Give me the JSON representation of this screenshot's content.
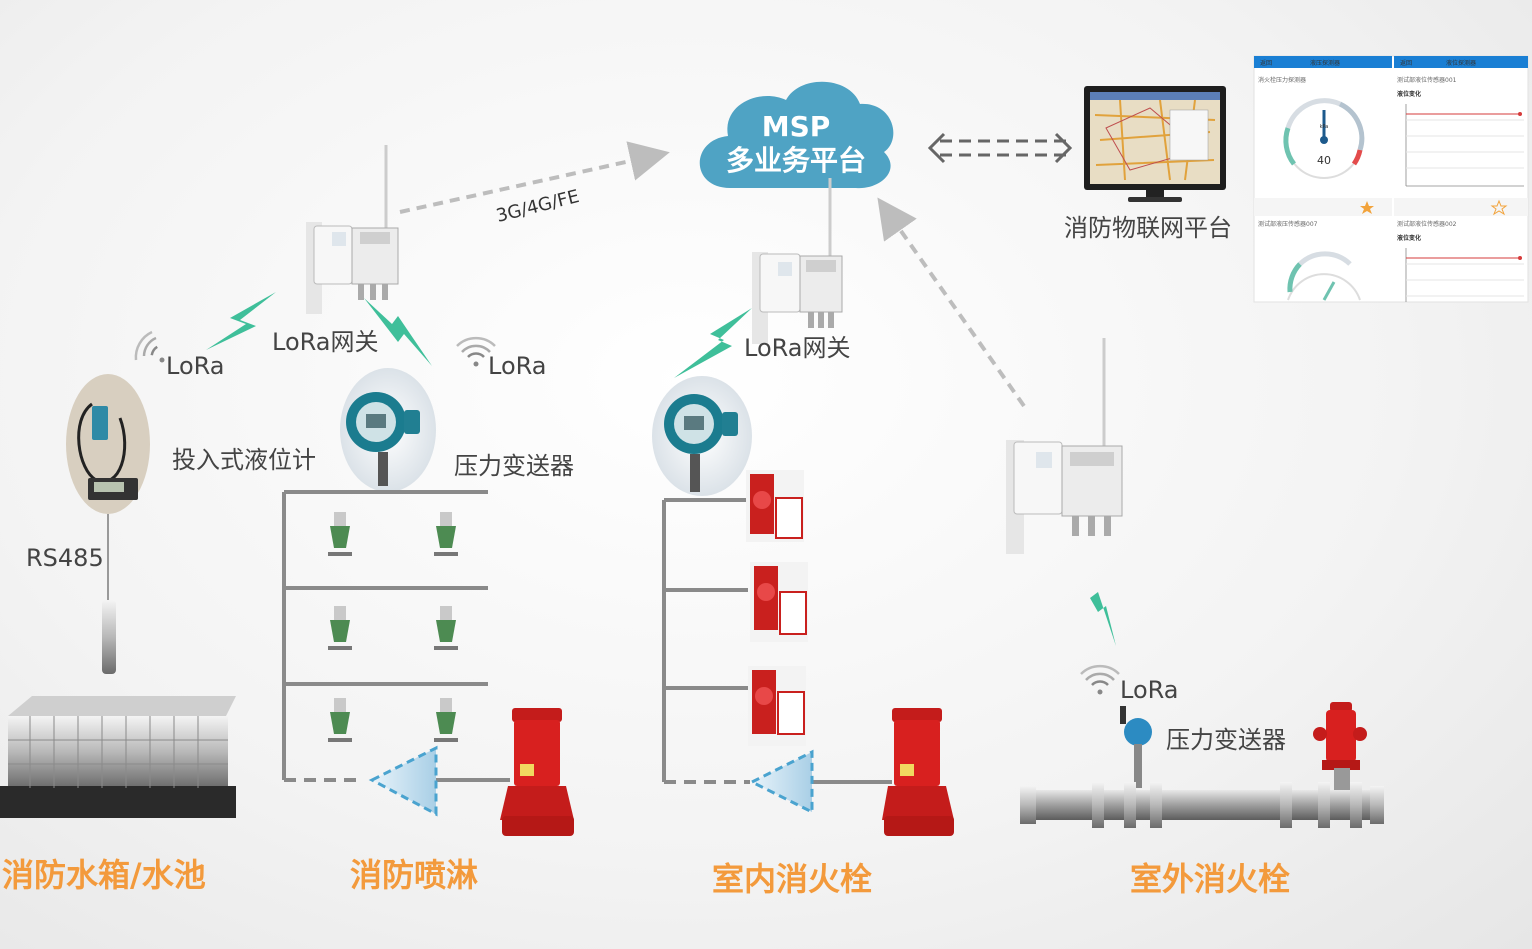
{
  "cloud": {
    "line1": "MSP",
    "line2": "多业务平台"
  },
  "link_label": "3G/4G/FE",
  "labels": {
    "lora_left": "LoRa",
    "gateway_1": "LoRa网关",
    "lora_mid": "LoRa",
    "gateway_2": "LoRa网关",
    "level_meter": "投入式液位计",
    "pressure_1": "压力变送器",
    "rs485": "RS485",
    "lora_right": "LoRa",
    "pressure_2": "压力变送器",
    "platform": "消防物联网平台"
  },
  "sections": {
    "tank": "消防水箱/水池",
    "sprinkler": "消防喷淋",
    "indoor": "室内消火栓",
    "outdoor": "室外消火栓"
  },
  "dashboard": {
    "panel1_tab_a": "返回",
    "panel1_tab_b": "液压探测器",
    "panel1_title": "消火栓压力探测器",
    "panel1_value": "40",
    "panel1_unit": "kPa",
    "panel2_tab_a": "返回",
    "panel2_tab_b": "液位探测器",
    "panel2_title": "测试部液位传感器001",
    "panel2_sub": "液位变化",
    "panel3_title": "测试部液压传感器007",
    "panel4_title": "测试部液位传感器002",
    "panel4_sub": "液位变化"
  },
  "colors": {
    "cloud": "#4fa3c4",
    "section_text": "#f39a3c",
    "lightning": "#3fbf9a",
    "pump": "#d8201f",
    "dash_blue": "#0b78c9"
  }
}
